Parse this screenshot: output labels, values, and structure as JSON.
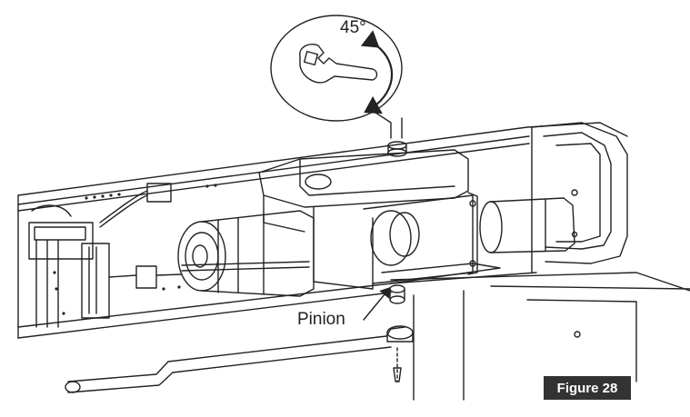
{
  "callouts": {
    "rotation_angle": "45°",
    "part_label": "Pinion"
  },
  "figure": {
    "label": "Figure 28"
  },
  "colors": {
    "line": "#222222",
    "badge_bg": "#333333",
    "badge_text": "#ffffff"
  },
  "icons": {
    "tool": "wrench-icon",
    "rotation": "rotate-arrow-icon"
  }
}
